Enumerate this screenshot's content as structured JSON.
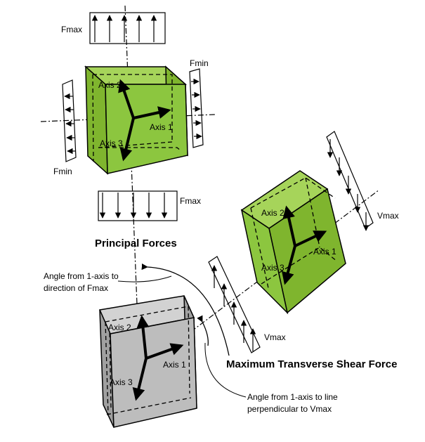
{
  "labels": {
    "fmax_top": "Fmax",
    "fmax_bottom": "Fmax",
    "fmin_right": "Fmin",
    "fmin_left": "Fmin",
    "vmax_right": "Vmax",
    "vmax_left": "Vmax",
    "principal_forces": "Principal Forces",
    "max_shear": "Maximum Transverse Shear Force",
    "angle_fmax_line1": "Angle from 1-axis to",
    "angle_fmax_line2": "direction of Fmax",
    "angle_perp_line1": "Angle from 1-axis to line",
    "angle_perp_line2": "perpendicular to Vmax"
  },
  "cubes": {
    "principal": {
      "axis1": "Axis 1",
      "axis2": "Axis 2",
      "axis3": "Axis 3",
      "color": "#8cc63f"
    },
    "shear": {
      "axis1": "Axis 1",
      "axis2": "Axis 2",
      "axis3": "Axis 3",
      "color": "#8cc63f"
    },
    "reference": {
      "axis1": "Axis 1",
      "axis2": "Axis 2",
      "axis3": "Axis 3",
      "color": "#bdbdbd"
    }
  }
}
